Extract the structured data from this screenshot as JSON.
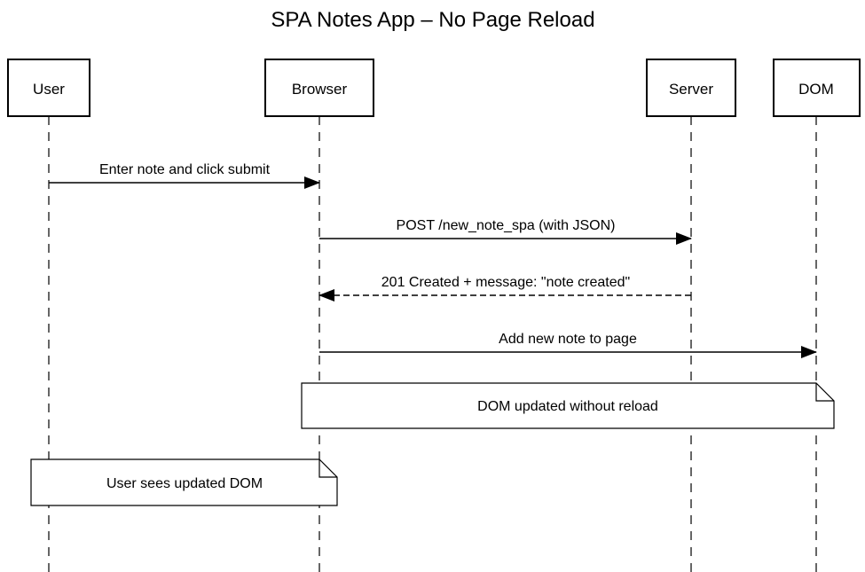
{
  "title": "SPA Notes App – No Page Reload",
  "participants": [
    {
      "id": "user",
      "label": "User"
    },
    {
      "id": "browser",
      "label": "Browser"
    },
    {
      "id": "server",
      "label": "Server"
    },
    {
      "id": "dom",
      "label": "DOM"
    }
  ],
  "messages": [
    {
      "from": "user",
      "to": "browser",
      "label": "Enter note and click submit",
      "style": "solid"
    },
    {
      "from": "browser",
      "to": "server",
      "label": "POST /new_note_spa (with JSON)",
      "style": "solid"
    },
    {
      "from": "server",
      "to": "browser",
      "label": "201 Created + message: \"note created\"",
      "style": "dashed"
    },
    {
      "from": "browser",
      "to": "dom",
      "label": "Add new note to page",
      "style": "solid"
    }
  ],
  "notes": [
    {
      "over": [
        "browser",
        "dom"
      ],
      "label": "DOM updated without reload"
    },
    {
      "over": [
        "user",
        "browser"
      ],
      "label": "User sees updated DOM"
    }
  ]
}
